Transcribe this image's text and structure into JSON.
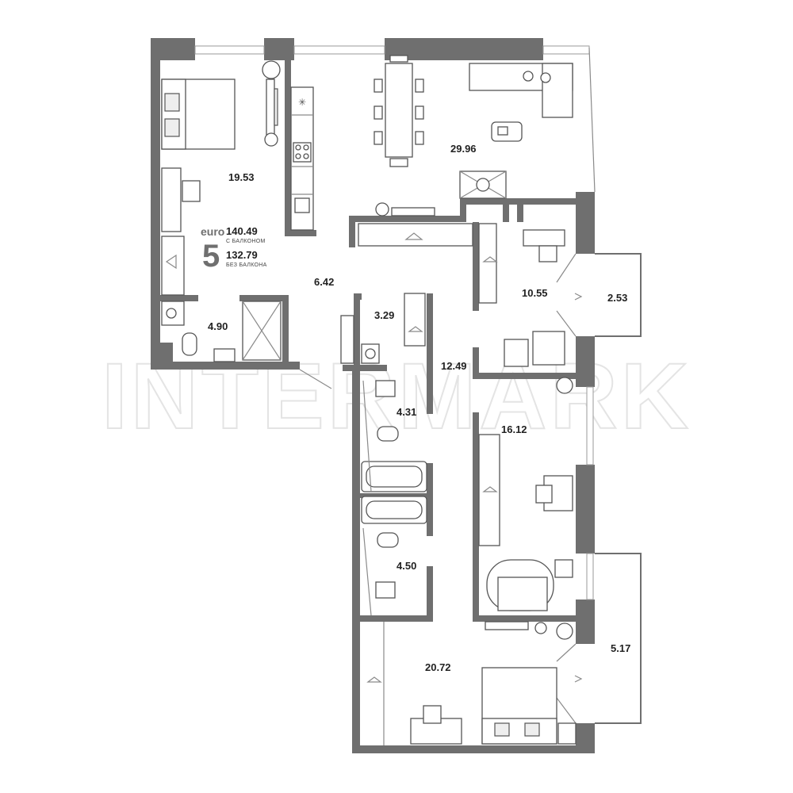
{
  "watermark": "INTERMARK",
  "apartment": {
    "currency": "euro",
    "rooms": "5",
    "area_with_balcony": "140.49",
    "with_balcony_label": "С БАЛКОНОМ",
    "area_without_balcony": "132.79",
    "without_balcony_label": "БЕЗ БАЛКОНА"
  },
  "rooms": [
    {
      "id": "bedroom-top-left",
      "area": "19.53"
    },
    {
      "id": "living-kitchen",
      "area": "29.96"
    },
    {
      "id": "hallway",
      "area": "6.42"
    },
    {
      "id": "bathroom-top-left",
      "area": "4.90"
    },
    {
      "id": "laundry",
      "area": "3.29"
    },
    {
      "id": "bedroom-mid-right",
      "area": "10.55"
    },
    {
      "id": "balcony-small",
      "area": "2.53"
    },
    {
      "id": "corridor",
      "area": "12.49"
    },
    {
      "id": "bathroom-middle",
      "area": "4.31"
    },
    {
      "id": "bedroom-right",
      "area": "16.12"
    },
    {
      "id": "bathroom-bottom",
      "area": "4.50"
    },
    {
      "id": "bedroom-bottom",
      "area": "20.72"
    },
    {
      "id": "balcony-large",
      "area": "5.17"
    }
  ]
}
